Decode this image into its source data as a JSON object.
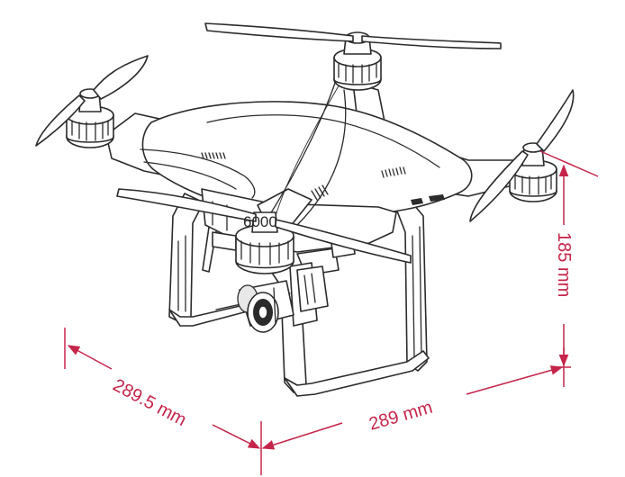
{
  "diagram": {
    "dimensions": {
      "length_label": "289.5 mm",
      "width_label": "289 mm",
      "height_label": "185 mm"
    },
    "camera_marking": "6000",
    "colors": {
      "dimension_line": "#c5254a",
      "outline": "#2b2b2b",
      "background": "#ffffff"
    }
  }
}
